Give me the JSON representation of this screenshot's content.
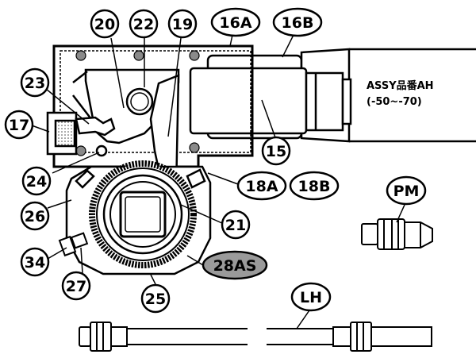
{
  "labels": {
    "l20": "20",
    "l22": "22",
    "l19": "19",
    "l16a": "16A",
    "l16b": "16B",
    "l23": "23",
    "l17": "17",
    "l15": "15",
    "l24": "24",
    "l18a": "18A",
    "l18b": "18B",
    "l26": "26",
    "l21": "21",
    "l34": "34",
    "l27": "27",
    "l28as": "28AS",
    "l25": "25",
    "lpm": "PM",
    "llh": "LH"
  },
  "assy": {
    "line1": "ASSY品番AH",
    "line2": "(-50~-70)"
  },
  "colors": {
    "ink": "#000000",
    "screw_gray": "#8a8a8a",
    "highlight_bubble": "#9a9a9a",
    "paper": "#ffffff"
  }
}
